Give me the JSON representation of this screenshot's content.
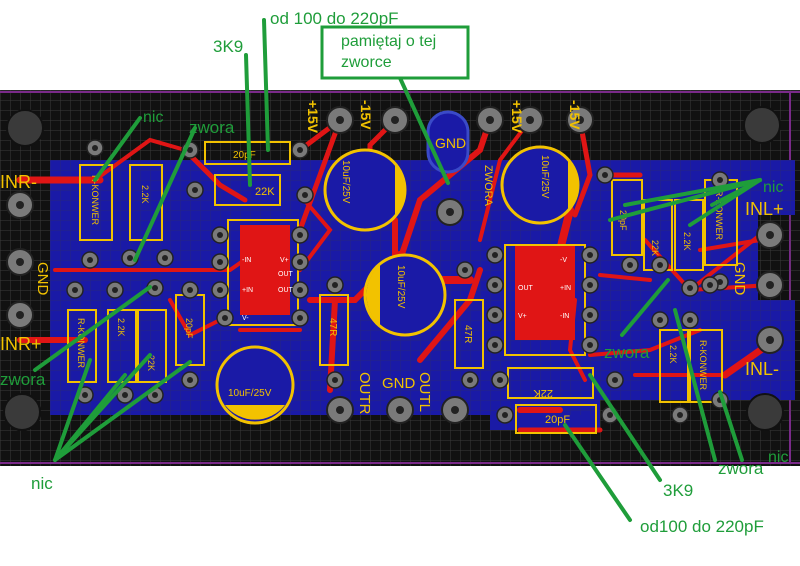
{
  "annotations": {
    "top_cap_range": "od 100 do 220pF",
    "top_resistor": "3K9",
    "jumper_note": "pamiętaj o tej\nzworce",
    "nic_top_left": "nic",
    "zwora_top_left": "zwora",
    "zwora_left": "zwora",
    "nic_bottom_left": "nic",
    "nic_right": "nic",
    "zwora_mid_right": "zwora",
    "bottom_resistor": "3K9",
    "bottom_cap_range": "od100 do 220pF",
    "zwora_bottom_right": "zwora",
    "nic_bottom_right": "nic"
  },
  "silkscreen": {
    "inr_minus": "INR-",
    "gnd_left": "GND",
    "inr_plus": "INR+",
    "inl_plus": "INL+",
    "gnd_right": "GND",
    "inl_minus": "INL-",
    "plus15_left": "+15V",
    "minus15_left": "-15V",
    "gnd_top": "GND",
    "zwora_vertical": "ZWORA",
    "plus15_right": "+15V",
    "minus15_right": "-15V",
    "outr": "OUTR",
    "gnd_bottom": "GND",
    "outl": "OUTL",
    "cap_20pf_top": "20pF",
    "res_22k_top": "22K",
    "res_22k_bottom": "22K",
    "cap_20pf_bottom": "20pF",
    "cap_10uf_a": "10uF/25V",
    "cap_10uf_b": "10uF/25V",
    "cap_10uf_c": "10uF/25V",
    "cap_10uf_d": "10uF/25V",
    "r_47r_left": "47R",
    "r_47r_right": "47R",
    "rkonwer_left_top": "R-KONWER",
    "r_22k_left_top": "2.2K",
    "rkonwer_left_bot": "R-KONWER",
    "r_22k_left_bot1": "2.2K",
    "r_22k_left_bot2": "22K",
    "cap_20pf_left": "20pF",
    "cap_20pf_right": "20pF",
    "r_22k_right_top1": "22K",
    "r_22k_right_top2": "2.2K",
    "rkonwer_right_top": "R-KONWER",
    "r_22k_right_bot": "2.2K",
    "rkonwer_right_bot": "R-KONWER",
    "ic_left_pins": [
      "-IN",
      "+IN",
      "V-",
      "V+",
      "OUT",
      "OUT"
    ],
    "ic_right_pins": [
      "-V",
      "+IN",
      "-IN",
      "V+",
      "OUT"
    ]
  },
  "colors": {
    "board_bg": "#111111",
    "grid": "#3a3a3a",
    "copper_bottom": "#1a1aa6",
    "copper_top": "#e01515",
    "silkscreen": "#f2c200",
    "pad": "#7a7a7a",
    "annotation": "#1f9d3a",
    "board_edge": "#7a2a8a"
  }
}
